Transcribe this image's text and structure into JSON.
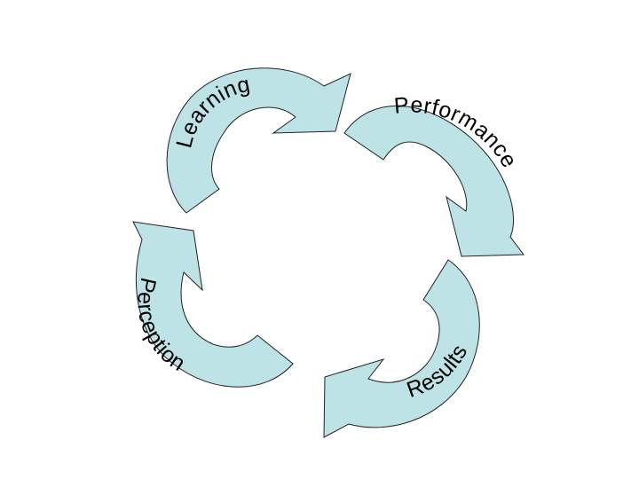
{
  "diagram": {
    "colors": {
      "arrow_fill": "#bde3e6",
      "arrow_stroke": "#222222",
      "text": "#000000",
      "background": "#ffffff"
    },
    "arrows": [
      {
        "label": "Learning"
      },
      {
        "label": "Performance"
      },
      {
        "label": "Results"
      },
      {
        "label": "Perception"
      }
    ]
  }
}
